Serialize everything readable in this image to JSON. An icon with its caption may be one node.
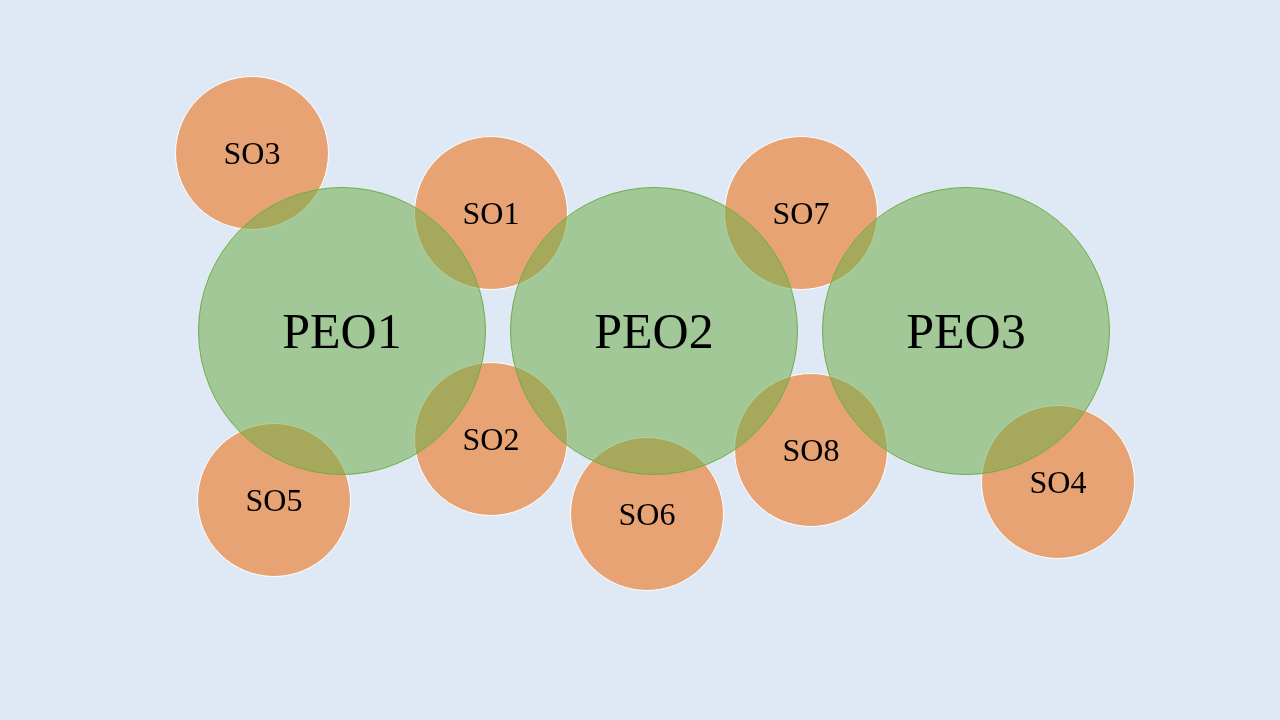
{
  "diagram": {
    "nodes": [
      {
        "text": [
          "SO3"
        ]
      },
      {
        "text": [
          "SO1"
        ]
      },
      {
        "text": [
          "SO7"
        ]
      },
      {
        "text": [
          "PEO1"
        ]
      },
      {
        "text": [
          "PEO2"
        ]
      },
      {
        "text": [
          "PEO3"
        ]
      },
      {
        "text": [
          "SO2"
        ]
      },
      {
        "text": [
          "SO8"
        ]
      },
      {
        "text": [
          "SO4"
        ]
      },
      {
        "text": [
          "SO5"
        ]
      },
      {
        "text": [
          "SO6"
        ]
      }
    ]
  }
}
